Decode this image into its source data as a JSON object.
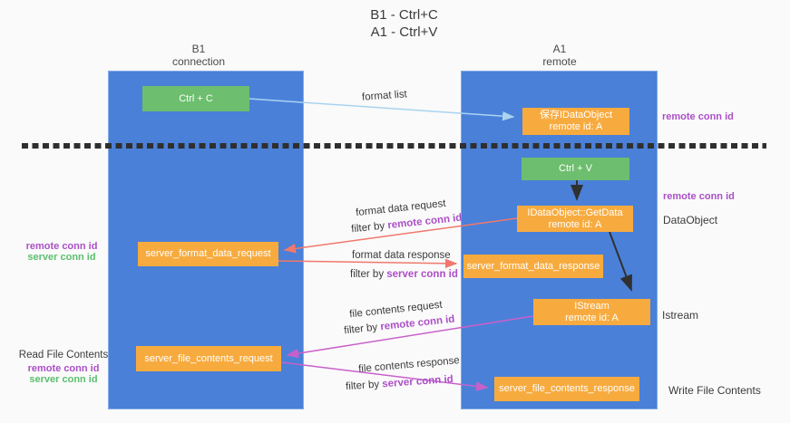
{
  "title": {
    "line1": "B1 - Ctrl+C",
    "line2": "A1 - Ctrl+V"
  },
  "lanes": {
    "left": {
      "title": "B1",
      "subtitle": "connection"
    },
    "right": {
      "title": "A1",
      "subtitle": "remote"
    }
  },
  "nodes": {
    "ctrl_c": {
      "label": "Ctrl + C"
    },
    "save_idataobject": {
      "line1": "保存IDataObject",
      "line2": "remote id: A"
    },
    "ctrl_v": {
      "label": "Ctrl + V"
    },
    "getdata": {
      "line1": "IDataObject::GetData",
      "line2": "remote id: A"
    },
    "istream": {
      "line1": "IStream",
      "line2": "remote id: A"
    },
    "format_request": {
      "label": "server_format_data_request"
    },
    "format_response": {
      "label": "server_format_data_response"
    },
    "file_request": {
      "label": "server_file_contents_request"
    },
    "file_response": {
      "label": "server_file_contents_response"
    }
  },
  "edge_labels": {
    "format_list": "format list",
    "format_data_request": "format data request",
    "format_data_response": "format data response",
    "file_contents_request": "file contents request",
    "file_contents_response": "file contents response",
    "filter_by": "filter by ",
    "remote_conn_id": "remote conn id",
    "server_conn_id": "server conn id"
  },
  "annotations": {
    "remote_conn_id_top": "remote conn id",
    "remote_conn_id_mid": "remote conn id",
    "dataobject": "DataObject",
    "istream": "Istream",
    "read_file_contents": "Read File Contents",
    "write_file_contents": "Write File Contents",
    "left_remote_conn_id": "remote conn id",
    "left_server_conn_id": "server conn id"
  },
  "colors": {
    "lane_blue": "#4a80d8",
    "box_green": "#6dbe6e",
    "box_orange": "#f7ab3f",
    "arrow_light_blue": "#a9d3f0",
    "arrow_salmon": "#f0786d",
    "arrow_magenta": "#c960c9",
    "arrow_black": "#303030",
    "label_purple": "#ab4fc7",
    "label_green": "#5cbe6e",
    "text_dark": "#3b3b3b"
  }
}
